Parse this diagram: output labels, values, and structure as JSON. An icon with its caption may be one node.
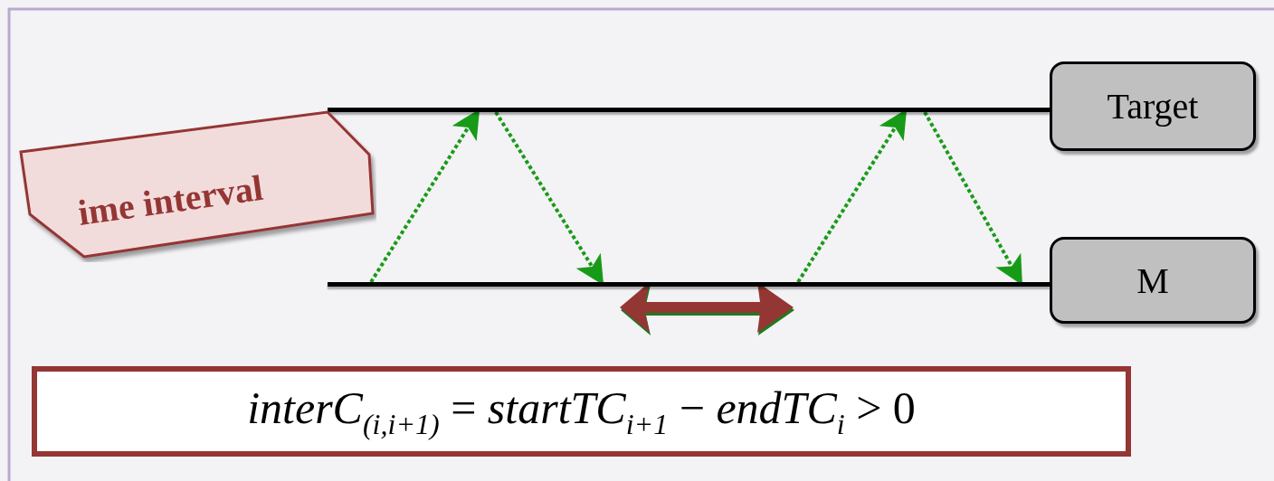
{
  "diagram": {
    "nodes": [
      {
        "text": [
          "Target"
        ]
      },
      {
        "text": [
          "M"
        ]
      },
      {
        "text": [],
        "shape": "bar"
      },
      {
        "text": [],
        "shape": "bar"
      },
      {
        "text": [
          "ime interval"
        ]
      },
      {
        "text": [
          "*interC*$_{(i,i+1)}$ = *startTC*$_{i+1}$ − *endTC*$_{i}$ > 0"
        ]
      }
    ],
    "edges": [
      {
        "from": 3,
        "to": 2,
        "arrow": "to",
        "style": "dashed"
      },
      {
        "from": 2,
        "to": 3,
        "arrow": "to",
        "style": "dashed"
      },
      {
        "from": 3,
        "to": 2,
        "arrow": "to",
        "style": "dashed"
      },
      {
        "from": 2,
        "to": 3,
        "arrow": "to",
        "style": "dashed"
      }
    ]
  }
}
